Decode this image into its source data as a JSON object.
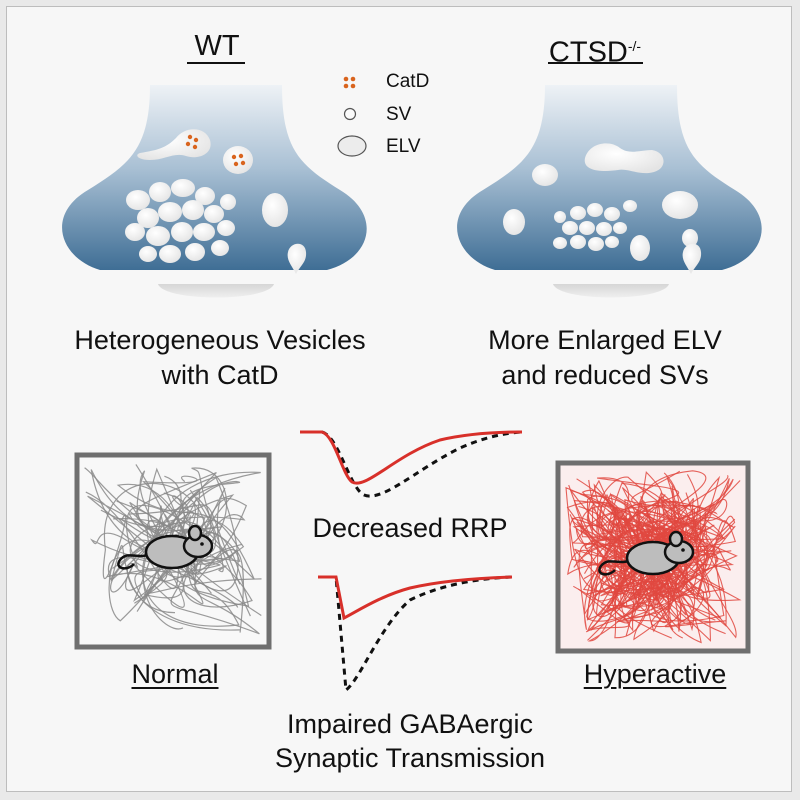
{
  "panels": {
    "wt": {
      "title": "WT",
      "caption_line1": "Heterogeneous Vesicles",
      "caption_line2": "with CatD"
    },
    "ko": {
      "title_main": "CTSD",
      "title_sup": "-/-",
      "caption_line1": "More Enlarged ELV",
      "caption_line2": "and reduced SVs"
    }
  },
  "legend": [
    {
      "symbol": "catd-dots",
      "label": "CatD"
    },
    {
      "symbol": "sv-circle",
      "label": "SV"
    },
    {
      "symbol": "elv-ellipse",
      "label": "ELV"
    }
  ],
  "traces": {
    "top_label": "Decreased RRP",
    "bottom_label_line1": "Impaired GABAergic",
    "bottom_label_line2": "Synaptic Transmission"
  },
  "behavior": {
    "normal_label": "Normal",
    "hyper_label": "Hyperactive"
  },
  "colors": {
    "ko_trace": "#d8302a",
    "wt_trace": "#111111",
    "normal_track": "#8a8a8a",
    "hyper_track": "#e0483f",
    "catd": "#d9641e",
    "terminal_top": "#e6ecf2",
    "terminal_bottom": "#3f6e95"
  }
}
